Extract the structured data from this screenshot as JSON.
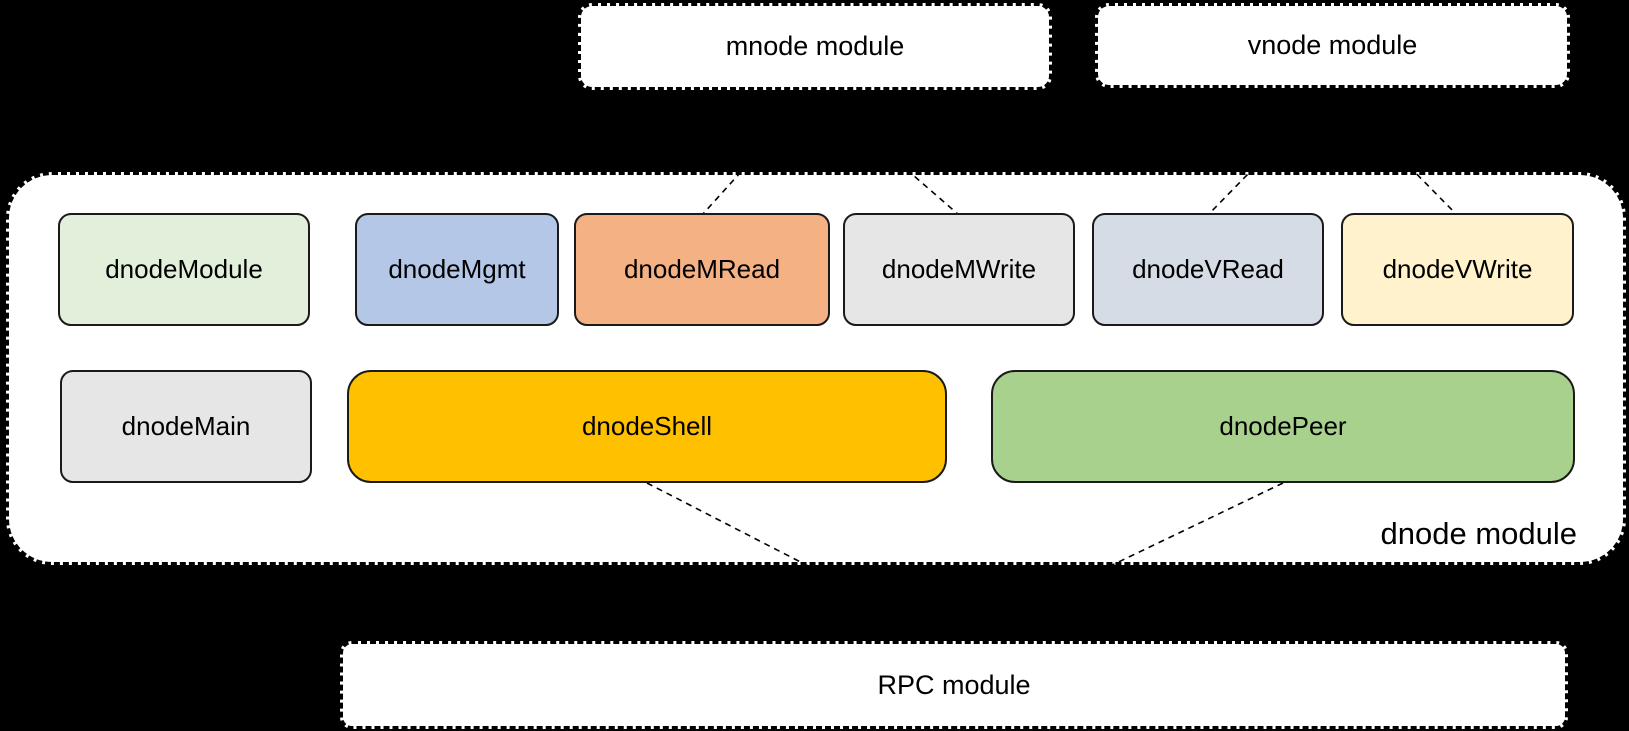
{
  "canvas": {
    "background": "#000000"
  },
  "top_modules": [
    {
      "label": "mnode module"
    },
    {
      "label": "vnode module"
    }
  ],
  "dnode_container": {
    "label": "dnode module",
    "row1": [
      {
        "label": "dnodeModule",
        "color": "#E2EFDA"
      },
      {
        "label": "dnodeMgmt",
        "color": "#B4C7E7"
      },
      {
        "label": "dnodeMRead",
        "color": "#F4B183"
      },
      {
        "label": "dnodeMWrite",
        "color": "#E7E6E6"
      },
      {
        "label": "dnodeVRead",
        "color": "#D6DCE5"
      },
      {
        "label": "dnodeVWrite",
        "color": "#FFF2CC"
      }
    ],
    "row2": [
      {
        "label": "dnodeMain",
        "color": "#E7E6E6"
      },
      {
        "label": "dnodeShell",
        "color": "#FFC000"
      },
      {
        "label": "dnodePeer",
        "color": "#A9D18E"
      }
    ]
  },
  "rpc_module": {
    "label": "RPC module"
  },
  "connections": [
    {
      "from": "mnode module",
      "to": "dnodeMRead",
      "style": "dashed"
    },
    {
      "from": "mnode module",
      "to": "dnodeMWrite",
      "style": "dashed"
    },
    {
      "from": "vnode module",
      "to": "dnodeVRead",
      "style": "dashed"
    },
    {
      "from": "vnode module",
      "to": "dnodeVWrite",
      "style": "dashed"
    },
    {
      "from": "dnodeShell",
      "to": "RPC module",
      "style": "dashed"
    },
    {
      "from": "dnodePeer",
      "to": "RPC module",
      "style": "dashed"
    }
  ],
  "styles": {
    "background": "#000000",
    "module_fill": "#FFFFFF",
    "border_color": "#1A1A1A",
    "text_color": "#000000"
  }
}
